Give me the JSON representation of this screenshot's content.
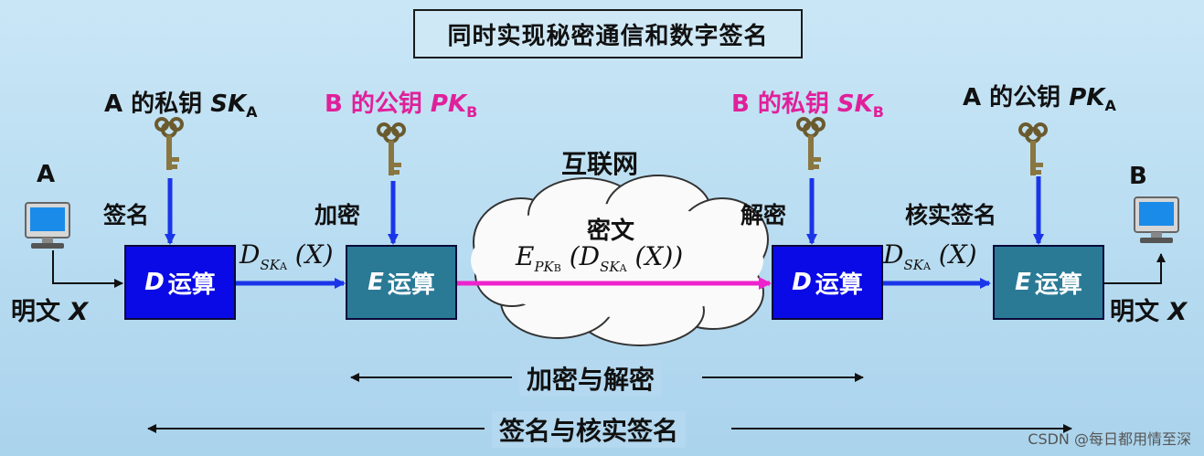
{
  "title": "同时实现秘密通信和数字签名",
  "keys": {
    "a_private": {
      "prefix": "A 的私钥 ",
      "sym": "SK",
      "sub": "A"
    },
    "b_public": {
      "prefix": "B 的公钥 ",
      "sym": "PK",
      "sub": "B"
    },
    "b_private": {
      "prefix": "B 的私钥 ",
      "sym": "SK",
      "sub": "B"
    },
    "a_public": {
      "prefix": "A 的公钥 ",
      "sym": "PK",
      "sub": "A"
    }
  },
  "parties": {
    "left": "A",
    "right": "B"
  },
  "steps": {
    "sign": "签名",
    "encrypt": "加密",
    "decrypt": "解密",
    "verify": "核实签名"
  },
  "ops": {
    "d1": {
      "letter": "D",
      "text": "运算"
    },
    "e1": {
      "letter": "E",
      "text": "运算"
    },
    "d2": {
      "letter": "D",
      "text": "运算"
    },
    "e2": {
      "letter": "E",
      "text": "运算"
    }
  },
  "plaintext": {
    "left": "明文 ",
    "right": "明文 ",
    "var": "X"
  },
  "internet": {
    "label": "互联网",
    "cipher": "密文"
  },
  "spans": {
    "enc_dec": "加密与解密",
    "sign_verify": "签名与核实签名"
  },
  "watermark": "CSDN @每日都用情至深",
  "colors": {
    "d_op": "#0a0ae6",
    "e_op": "#2a7a96",
    "arrow_blue": "#1a35e8",
    "arrow_pink": "#ee22cc",
    "key_label_pink": "#e0209a"
  }
}
